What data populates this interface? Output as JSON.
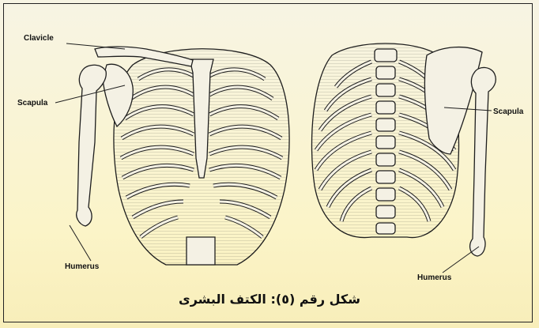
{
  "figure": {
    "labels": {
      "clavicle": "Clavicle",
      "scapula_left": "Scapula",
      "scapula_right": "Scapula",
      "humerus_left": "Humerus",
      "humerus_right": "Humerus"
    },
    "caption": "شكل رقم (٥): الكتف البشرى"
  },
  "colors": {
    "bone": "#f4f1e4",
    "outline": "#1e1e1e",
    "background": "#fbf4c8"
  }
}
